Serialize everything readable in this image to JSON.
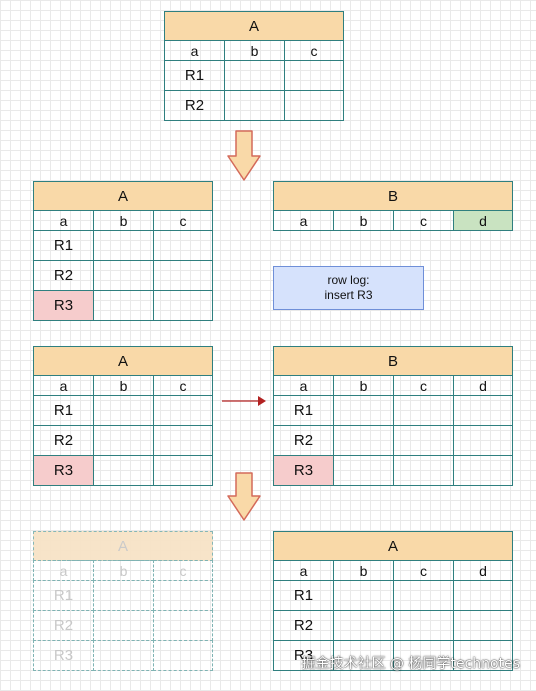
{
  "tables": {
    "t1": {
      "title": "A",
      "columns": [
        "a",
        "b",
        "c"
      ],
      "rows": [
        "R1",
        "R2"
      ]
    },
    "t2a": {
      "title": "A",
      "columns": [
        "a",
        "b",
        "c"
      ],
      "rows": [
        "R1",
        "R2",
        "R3"
      ],
      "highlight_row": "R3",
      "highlight_color": "#f6cccc"
    },
    "t2b": {
      "title": "B",
      "columns": [
        "a",
        "b",
        "c",
        "d"
      ],
      "rows": [],
      "highlight_column": "d",
      "highlight_color": "#c9e3c1"
    },
    "t3a": {
      "title": "A",
      "columns": [
        "a",
        "b",
        "c"
      ],
      "rows": [
        "R1",
        "R2",
        "R3"
      ],
      "highlight_row": "R3",
      "highlight_color": "#f6cccc"
    },
    "t3b": {
      "title": "B",
      "columns": [
        "a",
        "b",
        "c",
        "d"
      ],
      "rows": [
        "R1",
        "R2",
        "R3"
      ],
      "highlight_row": "R3",
      "highlight_color": "#f6cccc"
    },
    "t4a": {
      "title": "A",
      "columns": [
        "a",
        "b",
        "c"
      ],
      "rows": [
        "R1",
        "R2",
        "R3"
      ],
      "style": "faded"
    },
    "t4b": {
      "title": "A",
      "columns": [
        "a",
        "b",
        "c",
        "d"
      ],
      "rows": [
        "R1",
        "R2",
        "R3"
      ]
    }
  },
  "note": {
    "line1": "row log:",
    "line2": "insert R3"
  },
  "colors": {
    "header": "#f9d9a8",
    "border": "#2f7f7f",
    "note_bg": "#d6e2fc",
    "arrow_fill": "#f9d9a8",
    "arrow_stroke": "#d46a5a",
    "right_arrow": "#b22222"
  },
  "watermark": "掘金技术社区 @ 杨同学technotes"
}
